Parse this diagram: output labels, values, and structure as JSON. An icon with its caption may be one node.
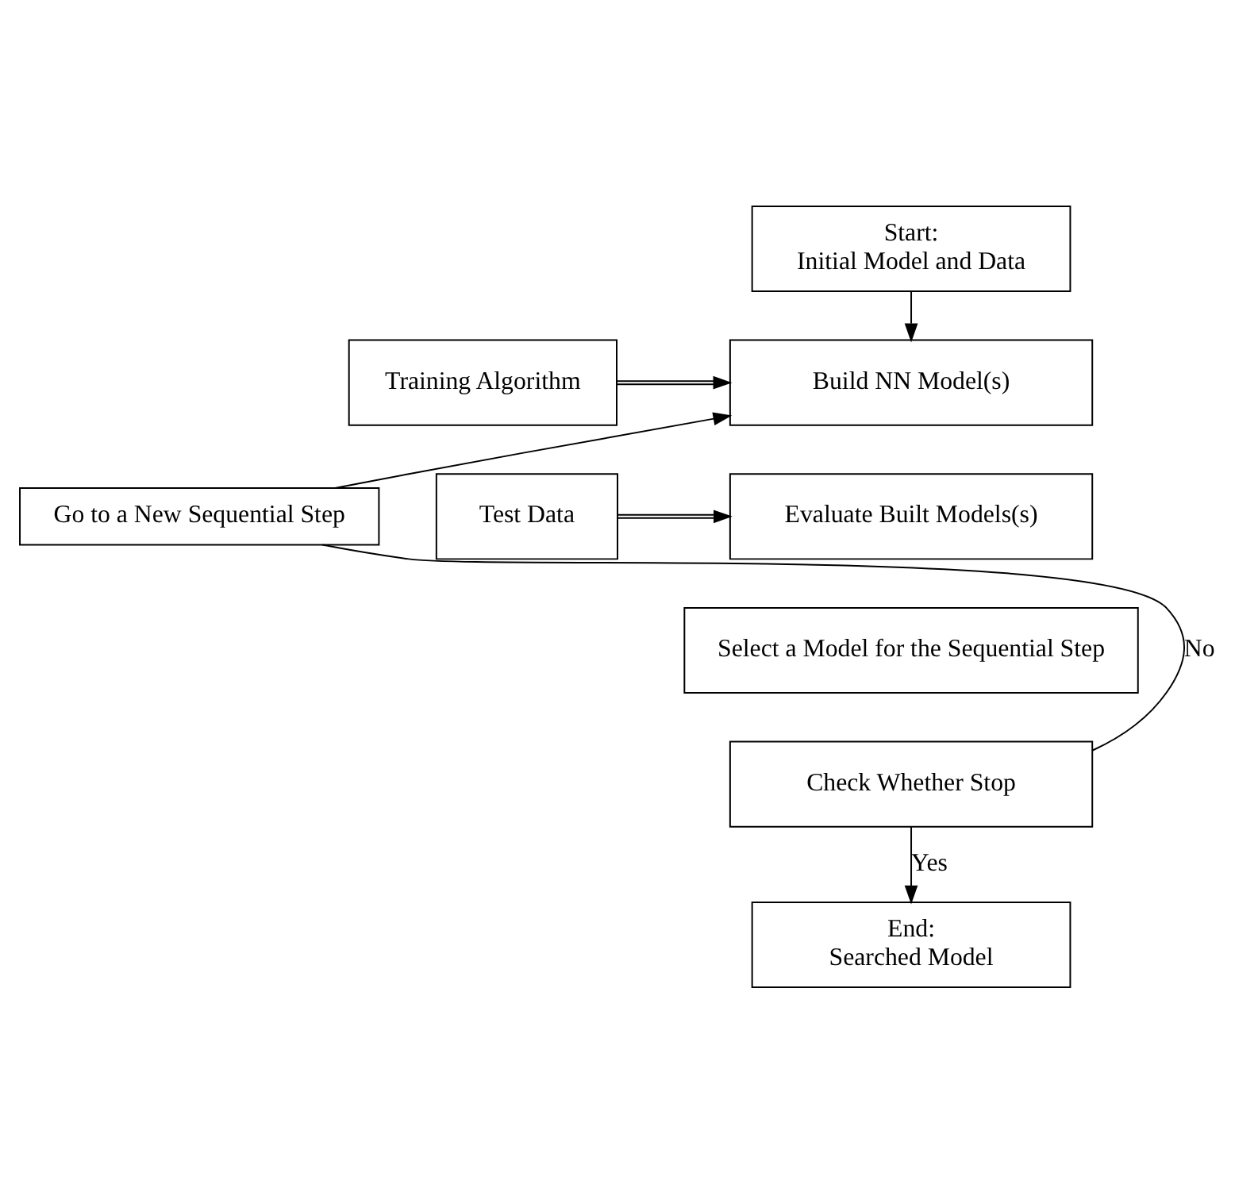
{
  "diagram": {
    "nodes": [
      {
        "text": [
          "Start:",
          "Initial Model and Data"
        ]
      },
      {
        "text": [
          "Build NN Model(s)"
        ]
      },
      {
        "text": [
          "Evaluate Built Models(s)"
        ]
      },
      {
        "text": [
          "Select a Model for the Sequential Step"
        ]
      },
      {
        "text": [
          "Check Whether Stop"
        ]
      },
      {
        "text": [
          "Training Algorithm"
        ]
      },
      {
        "text": [
          "Test Data"
        ]
      },
      {
        "text": [
          "Go to a New Sequential Step"
        ]
      },
      {
        "text": [
          "End:",
          "Searched Model"
        ]
      }
    ],
    "edges": [
      {
        "from": 0,
        "to": 1,
        "arrow": "to"
      },
      {
        "from": 5,
        "to": 1,
        "arrow": "to"
      },
      {
        "from": 6,
        "to": 2,
        "arrow": "to"
      },
      {
        "from": 4,
        "to": 8,
        "arrow": "to",
        "label": "Yes"
      },
      {
        "from": 4,
        "to": 7,
        "arrow": "none",
        "label": "No"
      },
      {
        "from": 7,
        "to": 1,
        "arrow": "to"
      }
    ]
  }
}
